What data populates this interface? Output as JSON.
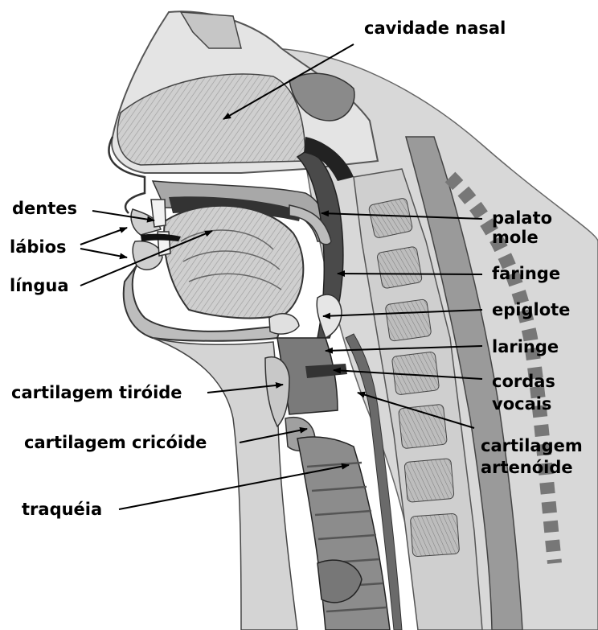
{
  "labels": {
    "cavidade_nasal": "cavidade nasal",
    "dentes": "dentes",
    "labios": "lábios",
    "lingua": "língua",
    "palato_mole_1": "palato",
    "palato_mole_2": "mole",
    "faringe": "faringe",
    "epiglote": "epiglote",
    "laringe": "laringe",
    "cordas_vocais_1": "cordas",
    "cordas_vocais_2": "vocais",
    "cartilagem_tiroide": "cartilagem tiróide",
    "cartilagem_cricoide": "cartilagem cricóide",
    "cartilagem_artenoide_1": "cartilagem",
    "cartilagem_artenoide_2": "artenóide",
    "traqueia": "traquéia"
  },
  "colors": {
    "ink": "#000000",
    "tissue_light": "#e2e2e2",
    "tissue_mid": "#b4b4b4",
    "tissue_dark": "#5a5a5a",
    "airway": "#8c8c8c"
  }
}
